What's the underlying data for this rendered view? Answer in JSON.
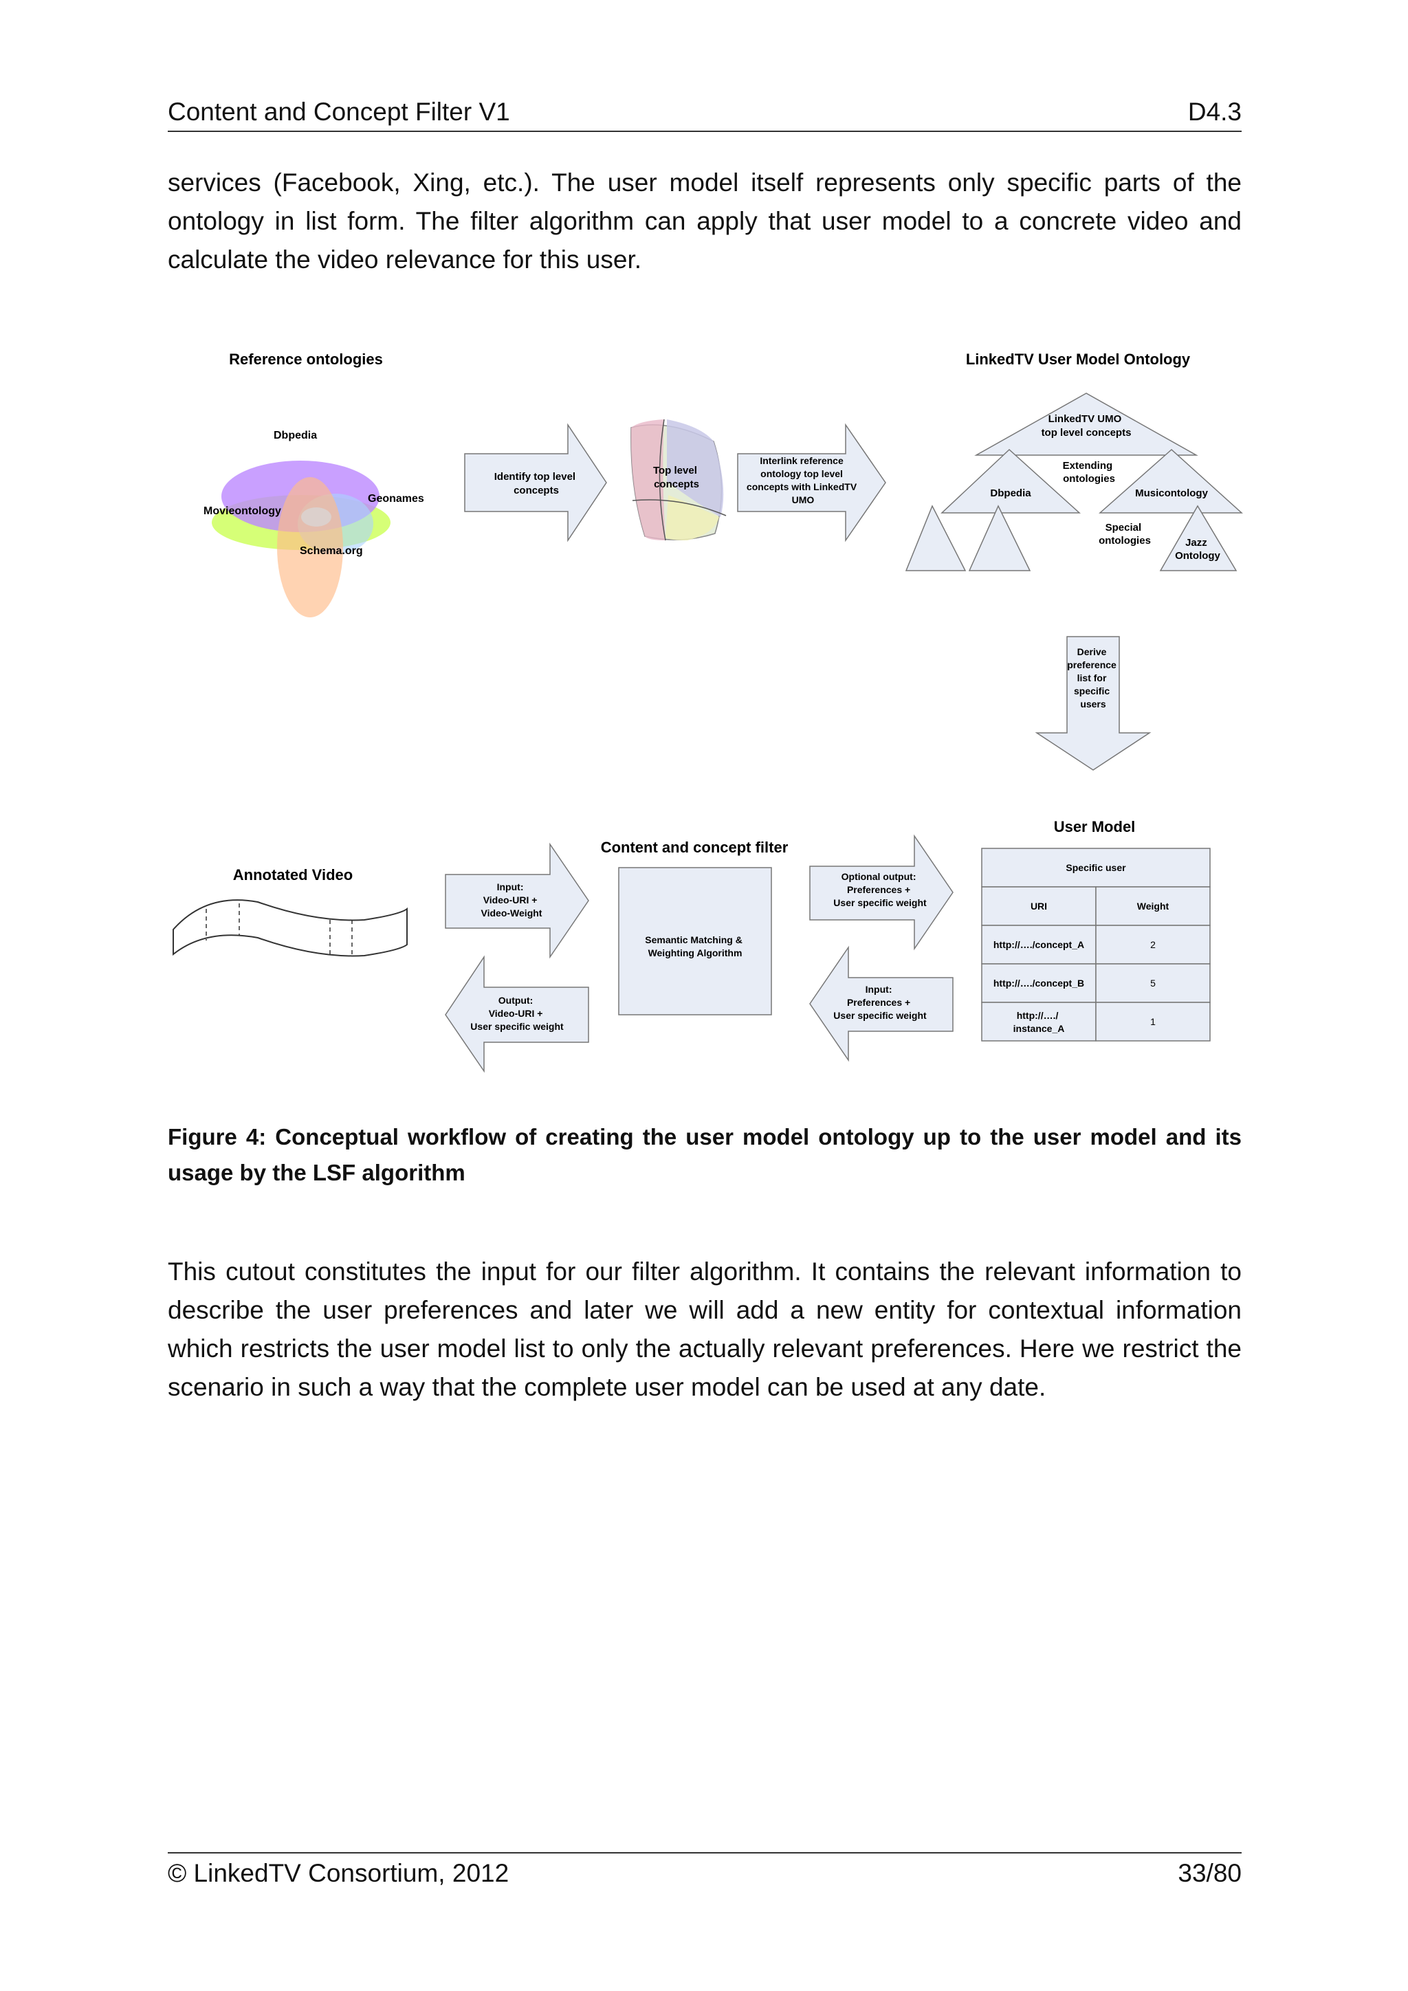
{
  "header": {
    "title": "Content and Concept Filter V1",
    "doc_id": "D4.3"
  },
  "paragraph_1": "services (Facebook, Xing, etc.).  The user model itself represents only specific parts of the ontology in list form. The filter algorithm can apply that user model to a concrete video and calculate the video relevance for this user.",
  "figure": {
    "reference_ontologies": {
      "title": "Reference ontologies",
      "labels": [
        "Dbpedia",
        "Geonames",
        "Movieontology",
        "Schema.org"
      ]
    },
    "arrow_identify": [
      "Identify top level",
      "concepts"
    ],
    "sphere_label": [
      "Top level",
      "concepts"
    ],
    "arrow_interlink": [
      "Interlink reference",
      "ontology top level",
      "concepts with LinkedTV",
      "UMO"
    ],
    "umo": {
      "title": "LinkedTV User Model Ontology",
      "top": [
        "LinkedTV UMO",
        "top level concepts"
      ],
      "extending": [
        "Extending",
        "ontologies"
      ],
      "dbpedia": "Dbpedia",
      "musicontology": "Musicontology",
      "special": [
        "Special",
        "ontologies"
      ],
      "jazz": [
        "Jazz",
        "Ontology"
      ]
    },
    "arrow_derive": [
      "Derive",
      "preference",
      "list for",
      "specific",
      "users"
    ],
    "annotated_video": "Annotated Video",
    "arrow_input_video": [
      "Input:",
      "Video-URI +",
      "Video-Weight"
    ],
    "arrow_output_video": [
      "Output:",
      "Video-URI +",
      "User specific weight"
    ],
    "filter": {
      "title": "Content and concept filter",
      "box": [
        "Semantic Matching &",
        "Weighting Algorithm"
      ]
    },
    "arrow_optional_output": [
      "Optional output:",
      "Preferences +",
      "User specific weight"
    ],
    "arrow_input_prefs": [
      "Input:",
      "Preferences +",
      "User specific weight"
    ],
    "user_model": {
      "title": "User Model",
      "table_header": "Specific user",
      "columns": [
        "URI",
        "Weight"
      ],
      "rows": [
        {
          "uri": [
            "http://…./concept_A"
          ],
          "weight": "2"
        },
        {
          "uri": [
            "http://…./concept_B"
          ],
          "weight": "5"
        },
        {
          "uri": [
            "http://…./",
            "instance_A"
          ],
          "weight": "1"
        }
      ]
    }
  },
  "caption": "Figure 4: Conceptual workflow of creating the user model ontology up to the user model and its usage by the LSF algorithm",
  "paragraph_2": "This cutout constitutes the input for our filter algorithm. It contains the relevant information to describe the user preferences and later we will add a new entity for contextual information which restricts the user model list to only the actually relevant preferences. Here we restrict the scenario in such a way that the complete user model can be used at any date.",
  "footer": {
    "copyright": "© LinkedTV Consortium, 2012",
    "page": "33/80"
  }
}
